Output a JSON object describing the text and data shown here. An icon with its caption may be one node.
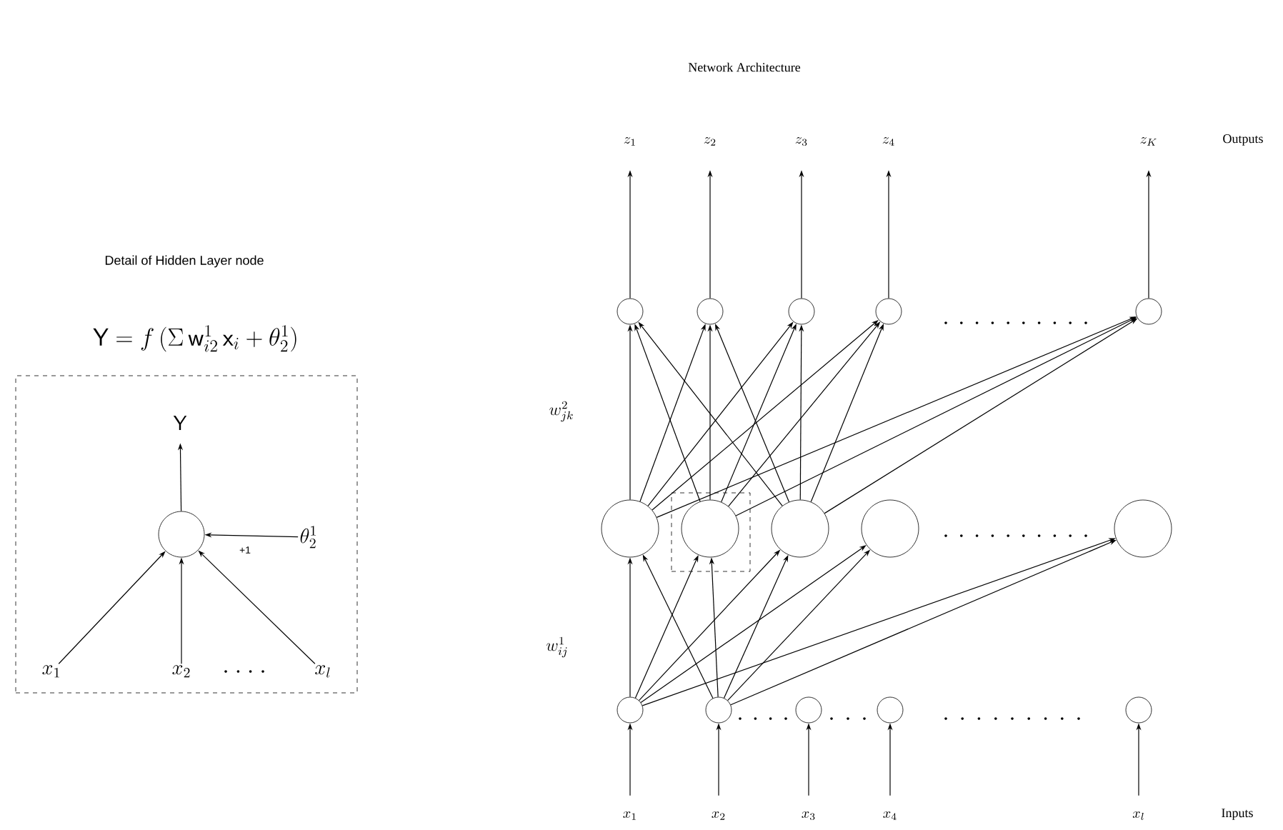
{
  "diagram": {
    "nodes": [
      {
        "text": [],
        "shape": "box"
      },
      {
        "text": [
          "\\mathsf{Y}"
        ],
        "in": 0
      },
      {
        "text": [],
        "shape": "circle",
        "in": 0
      },
      {
        "text": [
          "\\theta^{1}_{2}"
        ],
        "in": 0
      },
      {
        "text": [
          "x_{1}"
        ],
        "in": 0
      },
      {
        "text": [
          "x_{2}"
        ],
        "in": 0
      },
      {
        "text": [
          "x_{l}"
        ],
        "in": 0
      },
      {
        "text": [
          "z_{1}"
        ]
      },
      {
        "text": [
          "z_{2}"
        ]
      },
      {
        "text": [
          "z_{3}"
        ]
      },
      {
        "text": [
          "z_{4}"
        ]
      },
      {
        "text": [
          "z_{K}"
        ]
      },
      {
        "text": [],
        "shape": "circle"
      },
      {
        "text": [],
        "shape": "circle"
      },
      {
        "text": [],
        "shape": "circle"
      },
      {
        "text": [],
        "shape": "circle"
      },
      {
        "text": [],
        "shape": "circle"
      },
      {
        "text": [],
        "shape": "circle"
      },
      {
        "text": [],
        "shape": "box"
      },
      {
        "text": [],
        "shape": "circle",
        "in": 18
      },
      {
        "text": [],
        "shape": "circle"
      },
      {
        "text": [],
        "shape": "circle"
      },
      {
        "text": [],
        "shape": "circle"
      },
      {
        "text": [],
        "shape": "circle"
      },
      {
        "text": [],
        "shape": "circle"
      },
      {
        "text": [],
        "shape": "circle"
      },
      {
        "text": [],
        "shape": "circle"
      },
      {
        "text": [],
        "shape": "circle"
      },
      {
        "text": [
          "x_{1}"
        ]
      },
      {
        "text": [
          "x_{2}"
        ]
      },
      {
        "text": [
          "x_{3}"
        ]
      },
      {
        "text": [
          "x_{4}"
        ]
      },
      {
        "text": [
          "x_{l}"
        ]
      }
    ],
    "edges": [
      {
        "from": 2,
        "to": 1,
        "arrow": "to"
      },
      {
        "from": 3,
        "to": 2,
        "arrow": "to",
        "label": "+1"
      },
      {
        "from": 4,
        "to": 2,
        "arrow": "to"
      },
      {
        "from": 5,
        "to": 2,
        "arrow": "to"
      },
      {
        "from": 6,
        "to": 2,
        "arrow": "to"
      },
      {
        "from": 12,
        "to": 7,
        "arrow": "to"
      },
      {
        "from": 13,
        "to": 8,
        "arrow": "to"
      },
      {
        "from": 14,
        "to": 9,
        "arrow": "to"
      },
      {
        "from": 15,
        "to": 10,
        "arrow": "to"
      },
      {
        "from": 16,
        "to": 11,
        "arrow": "to"
      },
      {
        "from": 17,
        "to": 12,
        "arrow": "to"
      },
      {
        "from": 17,
        "to": 13,
        "arrow": "to"
      },
      {
        "from": 17,
        "to": 14,
        "arrow": "to"
      },
      {
        "from": 17,
        "to": 15,
        "arrow": "to"
      },
      {
        "from": 17,
        "to": 16,
        "arrow": "to"
      },
      {
        "from": 19,
        "to": 12,
        "arrow": "to"
      },
      {
        "from": 19,
        "to": 13,
        "arrow": "to"
      },
      {
        "from": 19,
        "to": 14,
        "arrow": "to"
      },
      {
        "from": 19,
        "to": 15,
        "arrow": "to"
      },
      {
        "from": 19,
        "to": 16,
        "arrow": "to"
      },
      {
        "from": 20,
        "to": 12,
        "arrow": "to"
      },
      {
        "from": 20,
        "to": 13,
        "arrow": "to"
      },
      {
        "from": 20,
        "to": 14,
        "arrow": "to"
      },
      {
        "from": 20,
        "to": 15,
        "arrow": "to"
      },
      {
        "from": 20,
        "to": 16,
        "arrow": "to"
      },
      {
        "from": 23,
        "to": 17,
        "arrow": "to"
      },
      {
        "from": 23,
        "to": 19,
        "arrow": "to"
      },
      {
        "from": 23,
        "to": 20,
        "arrow": "to"
      },
      {
        "from": 23,
        "to": 21,
        "arrow": "to"
      },
      {
        "from": 23,
        "to": 22,
        "arrow": "to"
      },
      {
        "from": 24,
        "to": 17,
        "arrow": "to"
      },
      {
        "from": 24,
        "to": 19,
        "arrow": "to"
      },
      {
        "from": 24,
        "to": 20,
        "arrow": "to"
      },
      {
        "from": 24,
        "to": 21,
        "arrow": "to"
      },
      {
        "from": 24,
        "to": 22,
        "arrow": "to"
      },
      {
        "from": 28,
        "to": 23,
        "arrow": "to"
      },
      {
        "from": 29,
        "to": 24,
        "arrow": "to"
      },
      {
        "from": 30,
        "to": 25,
        "arrow": "to"
      },
      {
        "from": 31,
        "to": 26,
        "arrow": "to"
      },
      {
        "from": 32,
        "to": 27,
        "arrow": "to"
      }
    ],
    "labels": [
      "Network Architecture",
      "Detail of Hidden Layer node",
      "\\mathsf{Y} = f\\,(\\Sigma\\, \\mathsf{w}^{1}_{i2}\\, \\mathsf{x}_{i} + \\theta^{1}_{2})",
      "Outputs",
      "w^{2}_{jk}",
      "w^{1}_{ij}",
      "Inputs"
    ]
  }
}
